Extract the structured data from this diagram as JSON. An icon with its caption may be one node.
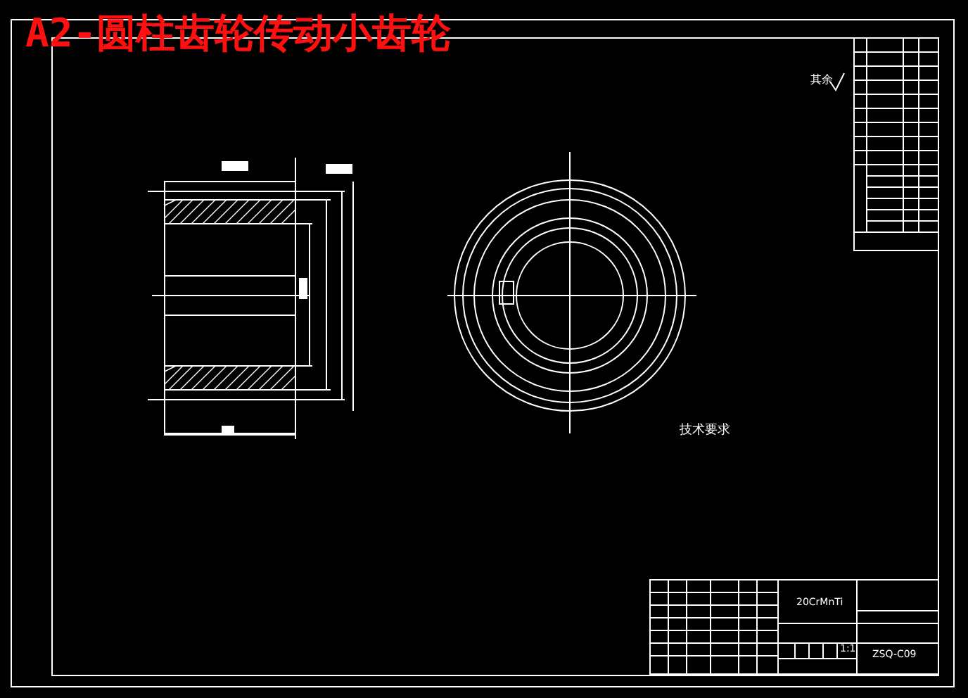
{
  "diagram": {
    "title": "A2-圆柱齿轮传动小齿轮",
    "labels": [
      "其余",
      "技术要求",
      "20CrMnTi",
      "1:1",
      "ZSQ-C09"
    ]
  }
}
